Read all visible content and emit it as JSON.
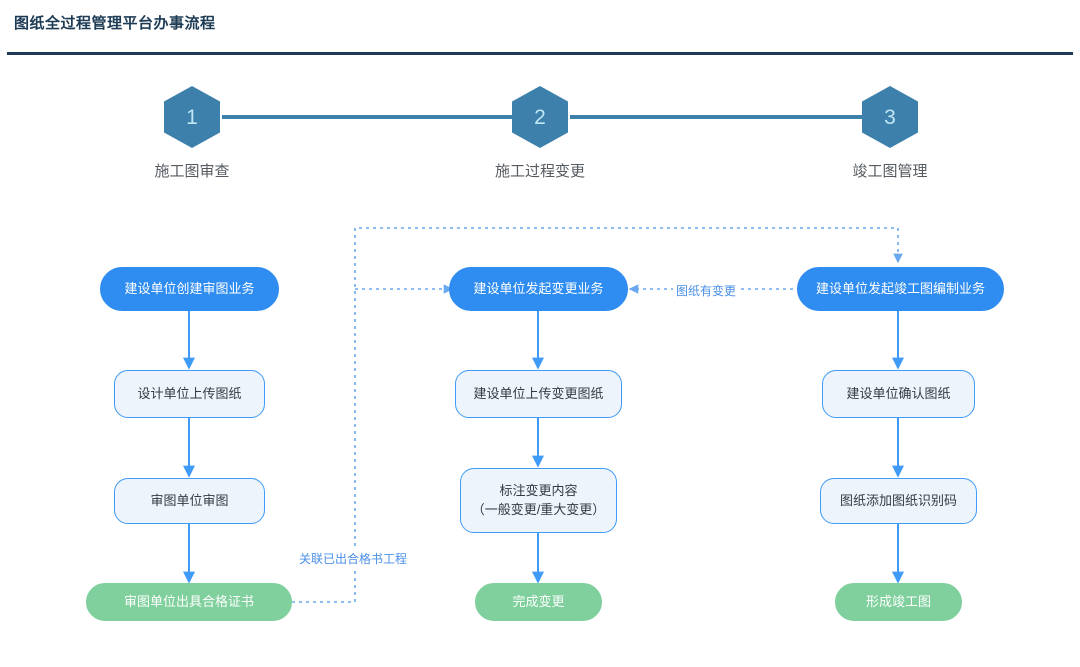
{
  "header": {
    "title": "图纸全过程管理平台办事流程"
  },
  "stepper": {
    "steps": [
      {
        "number": "1",
        "label": "施工图审查"
      },
      {
        "number": "2",
        "label": "施工过程变更"
      },
      {
        "number": "3",
        "label": "竣工图管理"
      }
    ]
  },
  "flow": {
    "columns": [
      {
        "name": "construction-drawing-review",
        "nodes": [
          {
            "id": "c1n1",
            "text": "建设单位创建审图业务",
            "style": "primary"
          },
          {
            "id": "c1n2",
            "text": "设计单位上传图纸",
            "style": "outline"
          },
          {
            "id": "c1n3",
            "text": "审图单位审图",
            "style": "outline"
          },
          {
            "id": "c1n4",
            "text": "审图单位出具合格证书",
            "style": "success"
          }
        ]
      },
      {
        "name": "construction-change",
        "nodes": [
          {
            "id": "c2n1",
            "text": "建设单位发起变更业务",
            "style": "primary"
          },
          {
            "id": "c2n2",
            "text": "建设单位上传变更图纸",
            "style": "outline"
          },
          {
            "id": "c2n3",
            "line1": "标注变更内容",
            "line2": "（一般变更/重大变更）",
            "style": "outline"
          },
          {
            "id": "c2n4",
            "text": "完成变更",
            "style": "success"
          }
        ]
      },
      {
        "name": "as-built-drawing",
        "nodes": [
          {
            "id": "c3n1",
            "text": "建设单位发起竣工图编制业务",
            "style": "primary"
          },
          {
            "id": "c3n2",
            "text": "建设单位确认图纸",
            "style": "outline"
          },
          {
            "id": "c3n3",
            "text": "图纸添加图纸识别码",
            "style": "outline"
          },
          {
            "id": "c3n4",
            "text": "形成竣工图",
            "style": "success"
          }
        ]
      }
    ],
    "edge_labels": {
      "drawing_changed": "图纸有变更",
      "link_certified_project": "关联已出合格书工程"
    }
  },
  "colors": {
    "title": "#1d3b55",
    "hex": "#3d80ab",
    "hex_number": "#bfe6f5",
    "primary_node": "#2f8cf0",
    "outline_node_bg": "#eef4fb",
    "outline_node_border": "#3f9bf7",
    "success_node": "#7fd09c",
    "solid_arrow": "#3f9bf7",
    "dotted_arrow": "#6aa9ef",
    "edge_label_text": "#4a90e8",
    "step_label_text": "#555b61"
  }
}
